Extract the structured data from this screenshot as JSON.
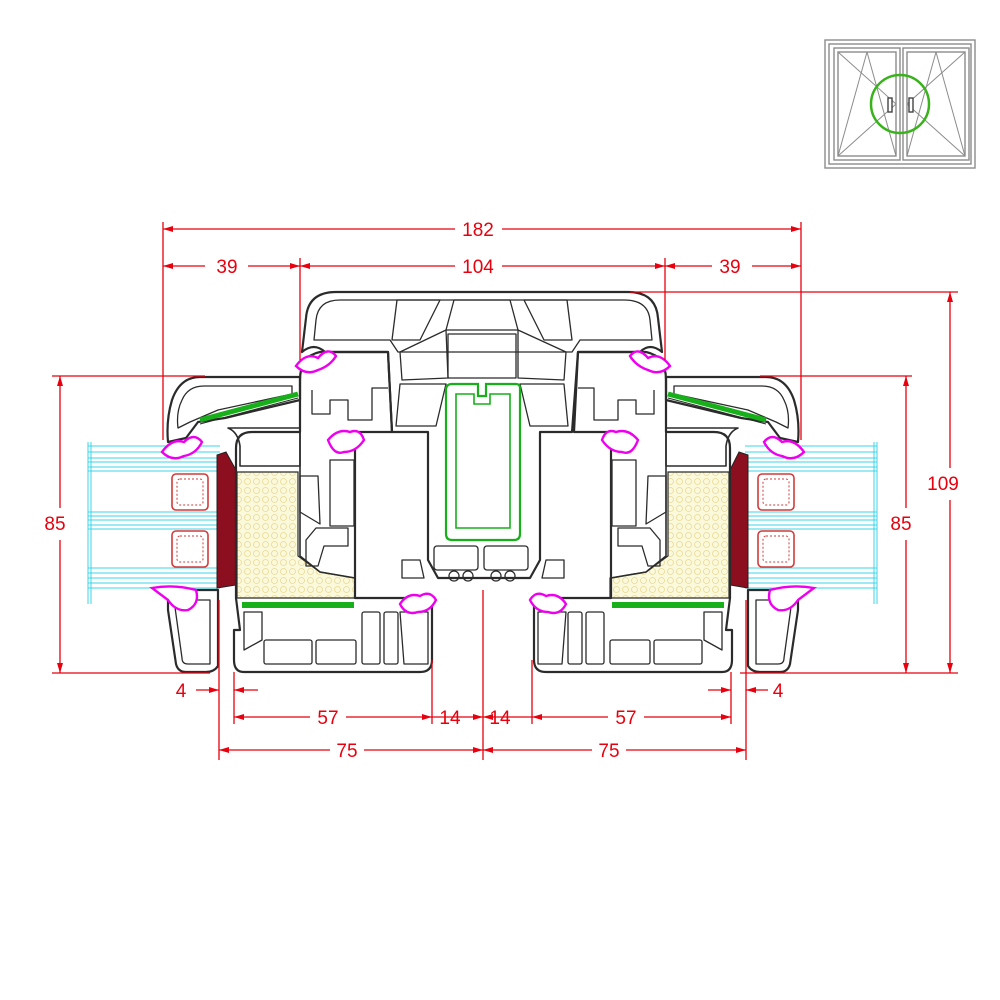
{
  "colors": {
    "dimension": "#e8000e",
    "profile": "#2b2b2b",
    "reinforcement": "#17b01a",
    "gasket": "#ee00ee",
    "glass": "#38d6e8",
    "seal_block": "#8b0f1e",
    "insulation": "#fbf9dc",
    "insulation_dots": "#e9d994",
    "glass_spacer": "#d33a3a",
    "thumbnail_frame": "#8c8c8c",
    "highlight_circle": "#39b21c"
  },
  "thumbnail": {
    "icon": "double-casement-window-icon",
    "highlight_icon": "detail-highlight-circle-icon"
  },
  "dimensions": {
    "overall_width": "182",
    "left_frame_width": "39",
    "center_mullion_width": "104",
    "right_frame_width": "39",
    "left_sash_height": "85",
    "right_sash_height": "85",
    "total_height": "109",
    "left_offset": "4",
    "right_offset": "4",
    "left_sash_inner": "57",
    "left_half_mullion": "14",
    "right_half_mullion": "14",
    "right_sash_inner": "57",
    "left_sash_depth": "75",
    "right_sash_depth": "75"
  }
}
